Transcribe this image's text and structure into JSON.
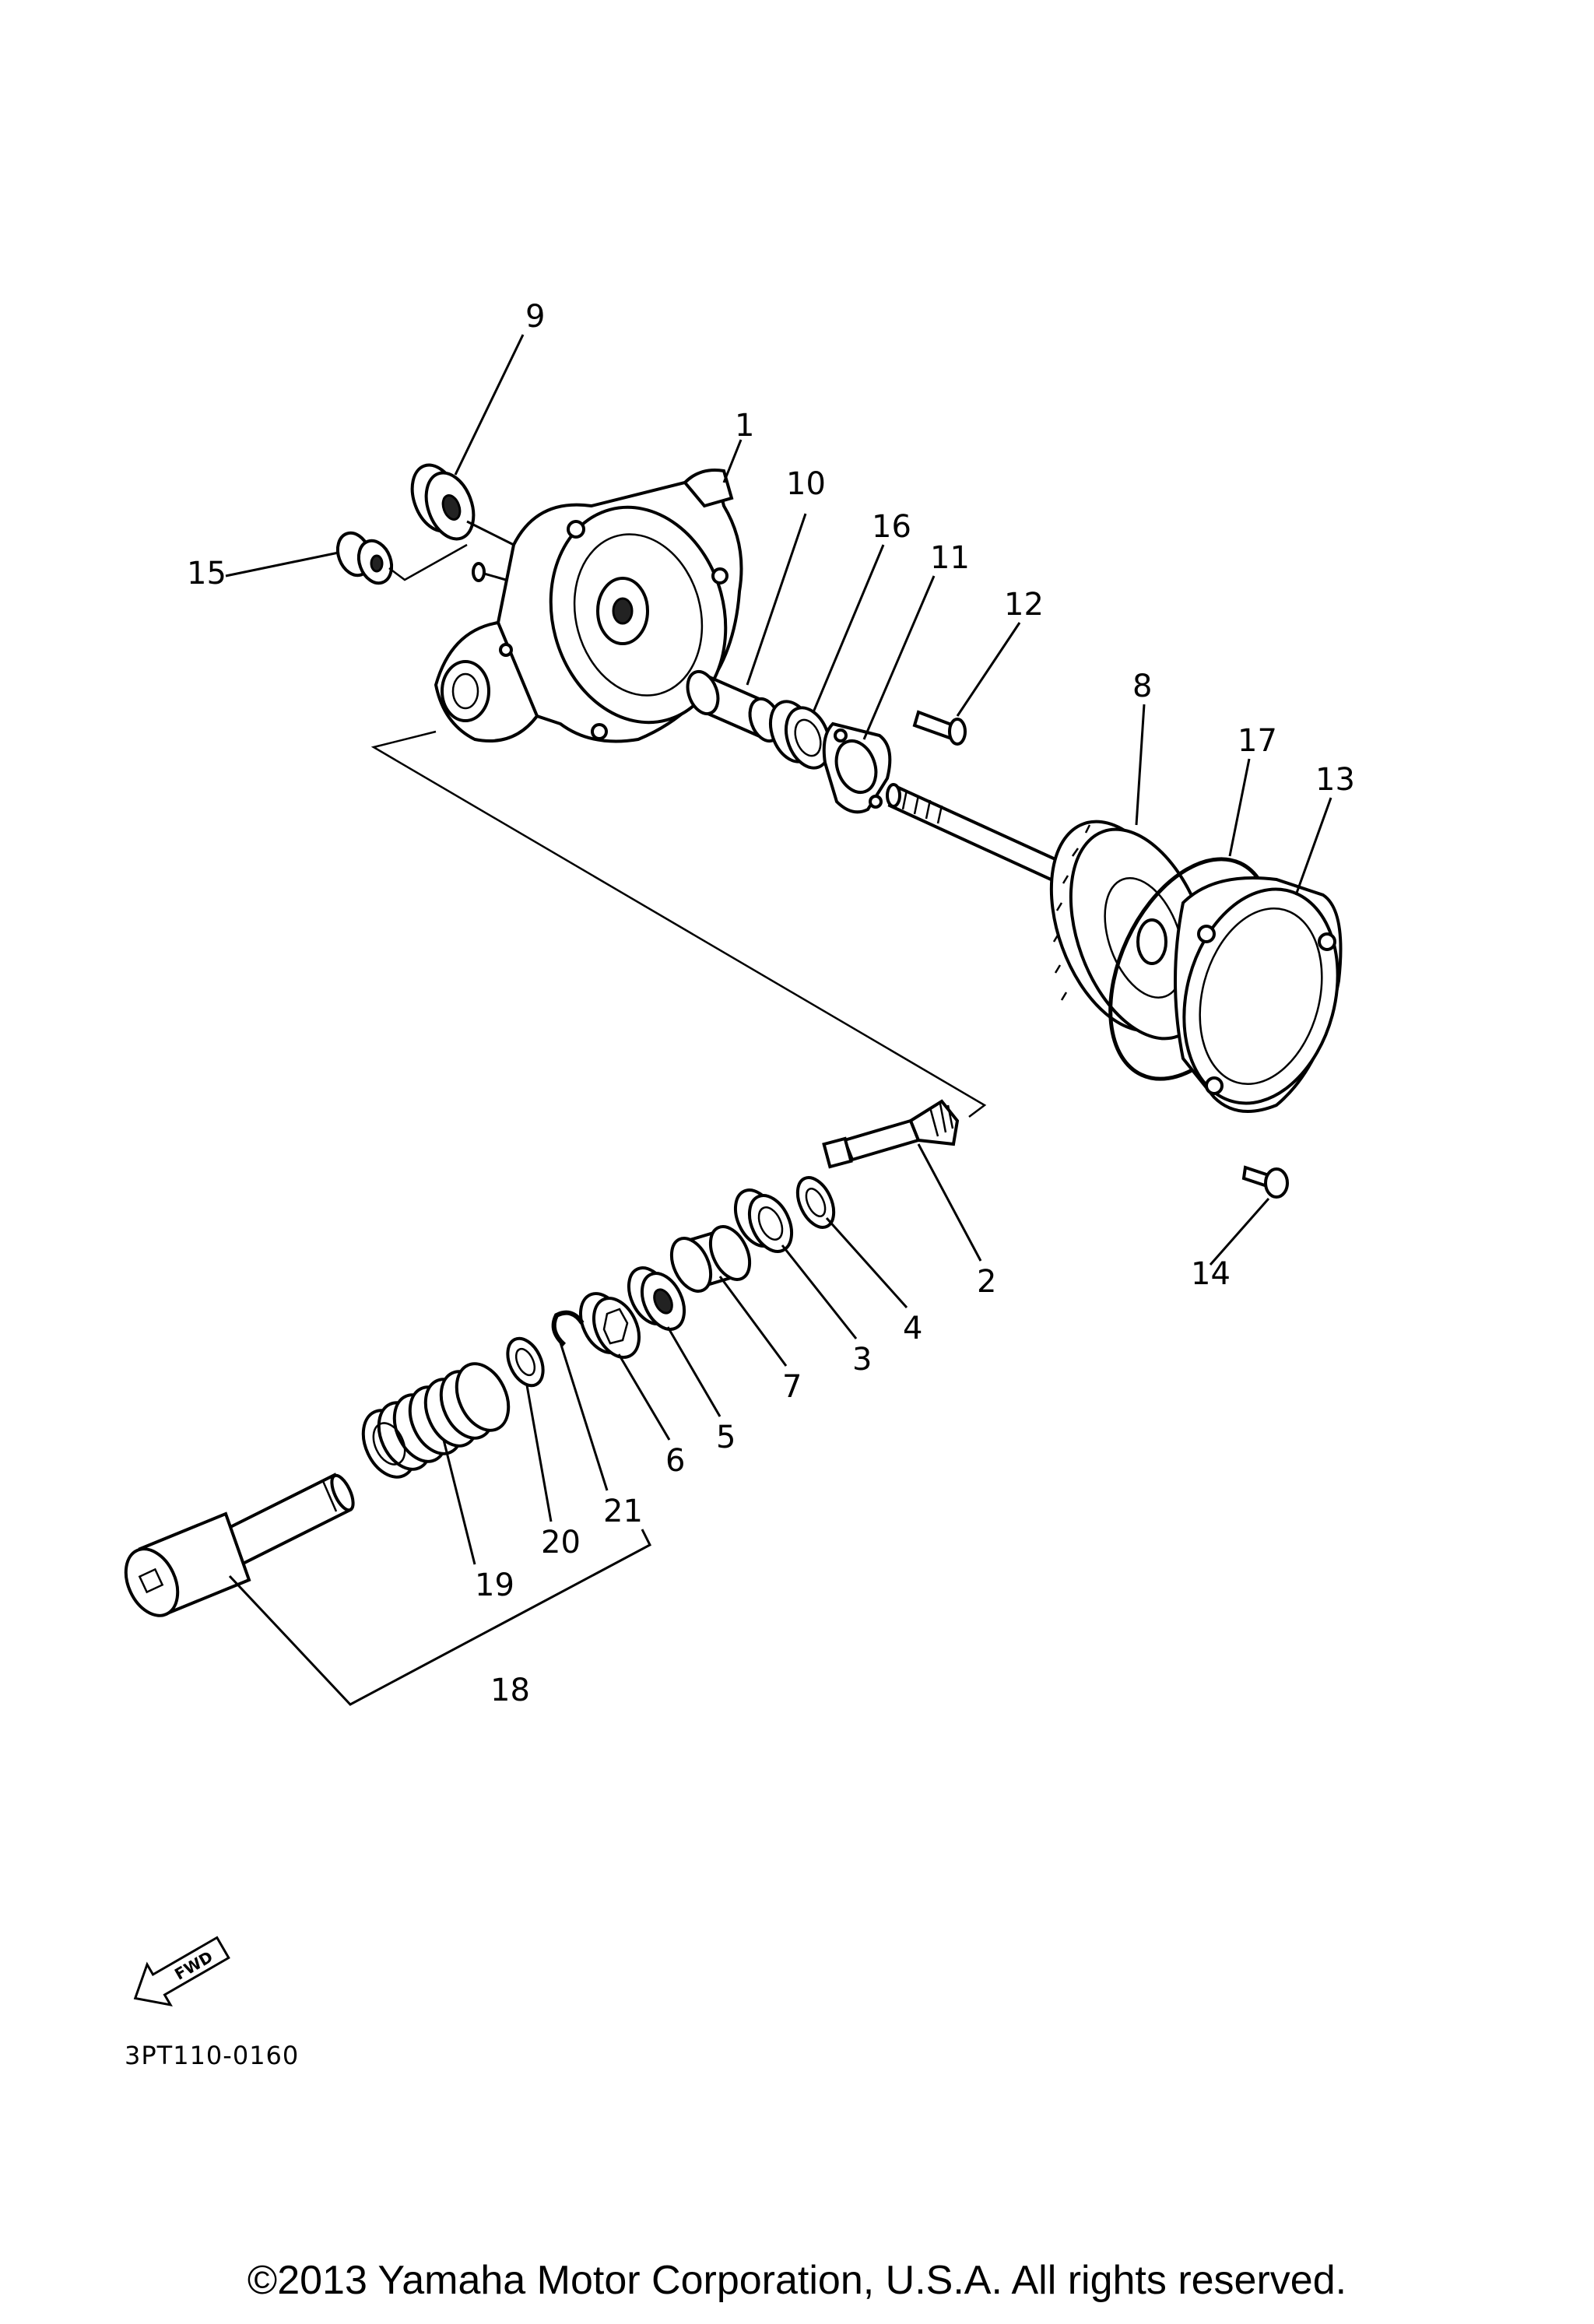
{
  "figure_code": "3PT110-0160",
  "fwd_label": "FWD",
  "copyright": "©2013 Yamaha Motor Corporation, U.S.A. All rights reserved.",
  "callouts": {
    "c1": "1",
    "c2": "2",
    "c3": "3",
    "c4": "4",
    "c5": "5",
    "c6": "6",
    "c7": "7",
    "c8": "8",
    "c9": "9",
    "c10": "10",
    "c11": "11",
    "c12": "12",
    "c13": "13",
    "c14": "14",
    "c15": "15",
    "c16": "16",
    "c17": "17",
    "c18": "18",
    "c19": "19",
    "c20": "20",
    "c21": "21"
  }
}
